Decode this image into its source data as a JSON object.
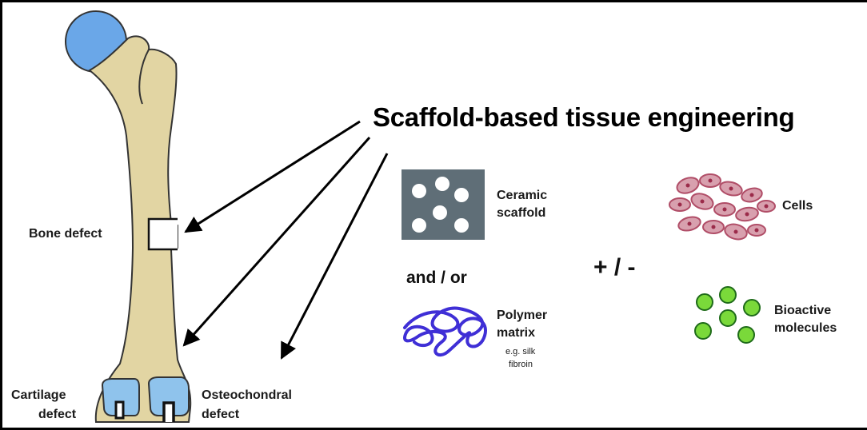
{
  "title": "Scaffold-based tissue engineering",
  "labels": {
    "bone_defect": "Bone defect",
    "cartilage_defect": [
      "Cartilage",
      "defect"
    ],
    "osteochondral_defect": [
      "Osteochondral",
      "defect"
    ],
    "ceramic_scaffold": [
      "Ceramic",
      "scaffold"
    ],
    "and_or": "and / or",
    "polymer_matrix": [
      "Polymer",
      "matrix"
    ],
    "polymer_example": [
      "e.g. silk",
      "fibroin"
    ],
    "plus_minus": "+ / -",
    "cells": "Cells",
    "bioactive_molecules": [
      "Bioactive",
      "molecules"
    ]
  },
  "colors": {
    "bone": "#e2d5a3",
    "femoral_head": "#6aa7e8",
    "cartilage": "#8fc3ec",
    "ceramic": "#5f6e77",
    "polymer": "#3f2fd6",
    "cells": "#c97a8c",
    "molecules": "#7ad93a"
  }
}
